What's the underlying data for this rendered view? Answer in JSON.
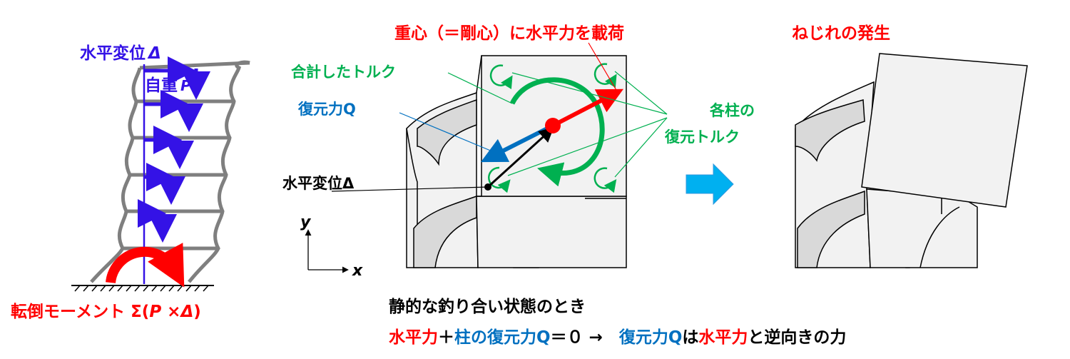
{
  "colors": {
    "blue": "#3412e6",
    "red": "#ff0000",
    "green": "#00b050",
    "lightblue": "#0070c0",
    "black": "#000000",
    "frame_gray": "#7f7f7f",
    "face_gray": "#d9d9d9",
    "top_face": "#f2f2f2",
    "arrow_cyan": "#00b0f0"
  },
  "left_panel": {
    "horizontal_disp": "水平変位",
    "horizontal_disp_sym": "Δ",
    "self_weight": "自重",
    "self_weight_sym": "P",
    "overturning_moment": "転倒モーメント Σ(",
    "overturning_P": "P",
    "overturning_times": " ×",
    "overturning_delta": "Δ",
    "overturning_close": ")"
  },
  "middle_panel": {
    "load_title": "重心（＝剛心）に水平力を載荷",
    "total_torque": "合計したトルク",
    "restoring_force": "復元力Q",
    "horizontal_disp": "水平変位Δ",
    "column_torque_1": "各柱の",
    "column_torque_2": "復元トルク",
    "axis_y": "y",
    "axis_x": "x"
  },
  "right_panel": {
    "title": "ねじれの発生"
  },
  "caption": {
    "line1": "静的な釣り合い状態のとき",
    "line2_part1": "水平力",
    "line2_part2": "＋",
    "line2_part3": "柱の復元力Q",
    "line2_part4": "＝０ →　",
    "line2_part5": "復元力Q",
    "line2_part6": "は",
    "line2_part7": "水平力",
    "line2_part8": "と逆向きの力"
  }
}
